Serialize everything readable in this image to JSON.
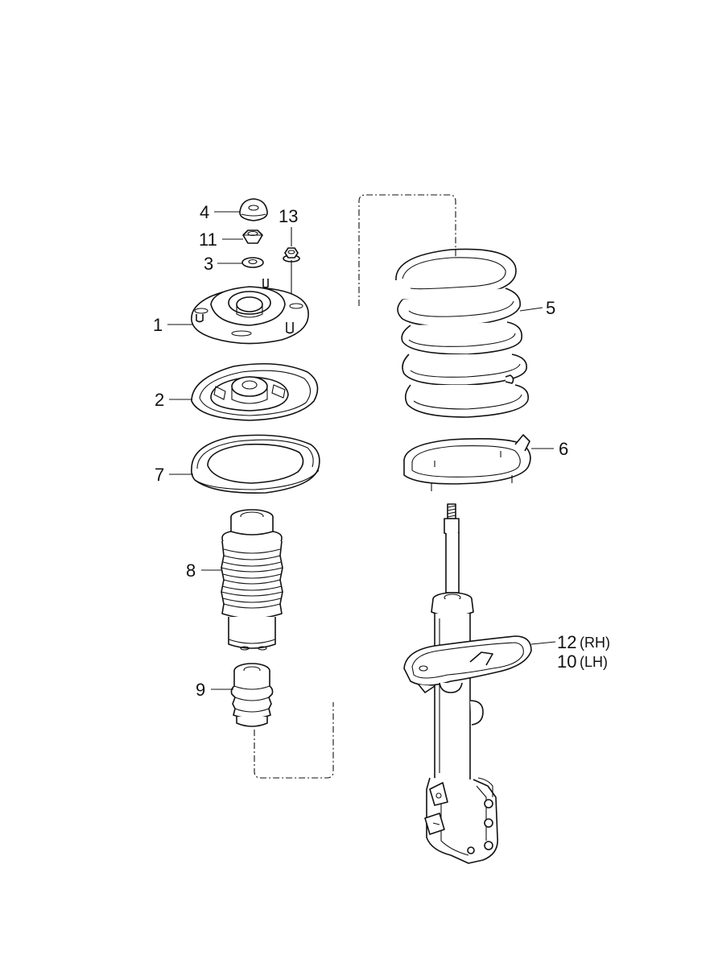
{
  "callouts": {
    "c1": "1",
    "c2": "2",
    "c3": "3",
    "c4": "4",
    "c5": "5",
    "c6": "6",
    "c7": "7",
    "c8": "8",
    "c9": "9",
    "c11": "11",
    "c13": "13",
    "c12": "12",
    "c12_suffix": "(RH)",
    "c10": "10",
    "c10_suffix": "(LH)"
  }
}
